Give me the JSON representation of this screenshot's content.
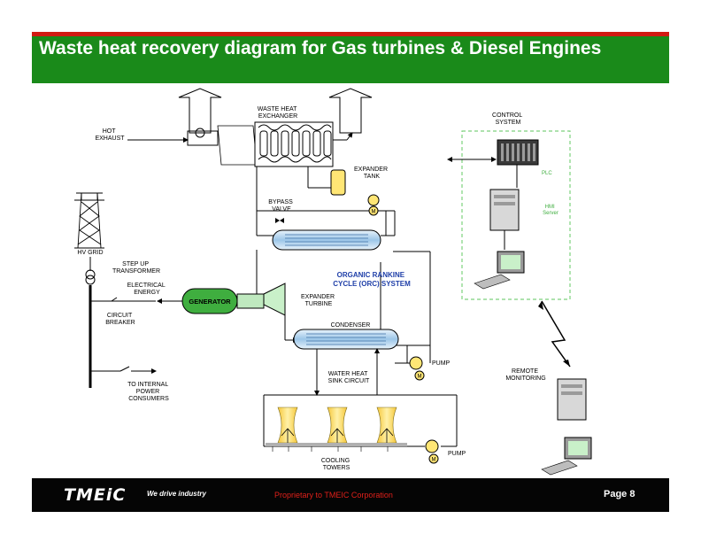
{
  "header": {
    "title": "Waste heat recovery diagram for Gas turbines & Diesel Engines"
  },
  "diagram": {
    "labels": {
      "hot_exhaust": [
        "HOT",
        "EXHAUST"
      ],
      "waste_heat_exchanger": [
        "WASTE HEAT",
        "EXCHANGER"
      ],
      "expander_tank": [
        "EXPANDER",
        "TANK"
      ],
      "bypass_valve": [
        "BYPASS",
        "VALVE"
      ],
      "control_system": [
        "CONTROL",
        "SYSTEM"
      ],
      "plc": "PLC",
      "hmi_server": [
        "HMI",
        "Server"
      ],
      "hv_grid": "HV GRID",
      "step_up_transformer": [
        "STEP UP",
        "TRANSFORMER"
      ],
      "electrical_energy": [
        "ELECTRICAL",
        "ENERGY"
      ],
      "generator": "GENERATOR",
      "expander_turbine": [
        "EXPANDER",
        "TURBINE"
      ],
      "orc_system": [
        "ORGANIC RANKINE",
        "CYCLE (ORC) SYSTEM"
      ],
      "circuit_breaker": [
        "CIRCUIT",
        "BREAKER"
      ],
      "condenser": "CONDENSER",
      "pump": "PUMP",
      "motor": "M",
      "water_heat_sink": [
        "WATER HEAT",
        "SINK CIRCUIT"
      ],
      "remote_monitoring": [
        "REMOTE",
        "MONITORING"
      ],
      "to_internal": [
        "TO INTERNAL",
        "POWER",
        "CONSUMERS"
      ],
      "cooling_towers": [
        "COOLING",
        "TOWERS"
      ]
    },
    "colors": {
      "orc_text": "#1f3fa8",
      "generator_fill": "#3fae3f",
      "tank_fill": "#ffe675",
      "pump_fill": "#ffe675",
      "tower_fill": "#ffe675",
      "hx_fill": "#b9d7f0",
      "dashed_box": "#7dd17d"
    }
  },
  "footer": {
    "logo": "TMEiC",
    "tagline": "We drive industry",
    "proprietary": "Proprietary to TMEIC Corporation",
    "page": "Page 8"
  }
}
